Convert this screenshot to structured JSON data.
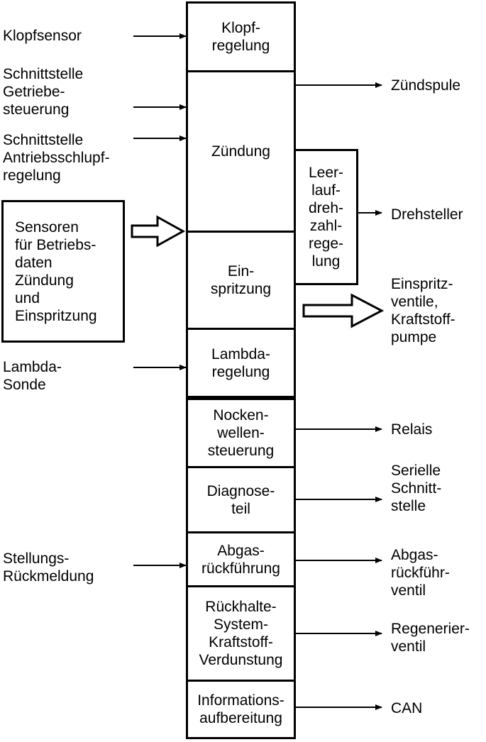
{
  "blocks": {
    "klopfregelung": "Klopf-\nregelung",
    "zuendung": "Zündung",
    "einspritzung": "Ein-\nspritzung",
    "lambdaregelung": "Lambda-\nregelung",
    "nockenwellensteuerung": "Nocken-\nwellen-\nsteuerung",
    "diagnoseteil": "Diagnose-\nteil",
    "abgasrueckfuehrung": "Abgas-\nrückführung",
    "rueckhaltesystem": "Rückhalte-\nSystem-\nKraftstoff-\nVerdunstung",
    "informationsaufbereitung": "Informations-\naufbereitung",
    "leerlaufdrehzahlregelung": "Leer-\nlauf-\ndreh-\nzahl-\nrege-\nlung"
  },
  "inputs": {
    "klopfsensor": "Klopfsensor",
    "getriebe": "Schnittstelle\nGetriebe-\nsteuerung",
    "antriebsschlupf": "Schnittstelle\nAntriebsschlupf-\nregelung",
    "sensoren": "Sensoren\nfür Betriebs-\ndaten\nZündung\nund\nEinspritzung",
    "lambdasonde": "Lambda-\nSonde",
    "stellung": "Stellungs-\nRückmeldung"
  },
  "outputs": {
    "zuendspule": "Zündspule",
    "drehsteller": "Drehsteller",
    "einspritzventile": "Einspritz-\nventile,\nKraftstoff-\npumpe",
    "relais": "Relais",
    "seriell": "Serielle\nSchnitt-\nstelle",
    "abgasventil": "Abgas-\nrückführ-\nventil",
    "regenerierventil": "Regenerier-\nventil",
    "can": "CAN"
  }
}
